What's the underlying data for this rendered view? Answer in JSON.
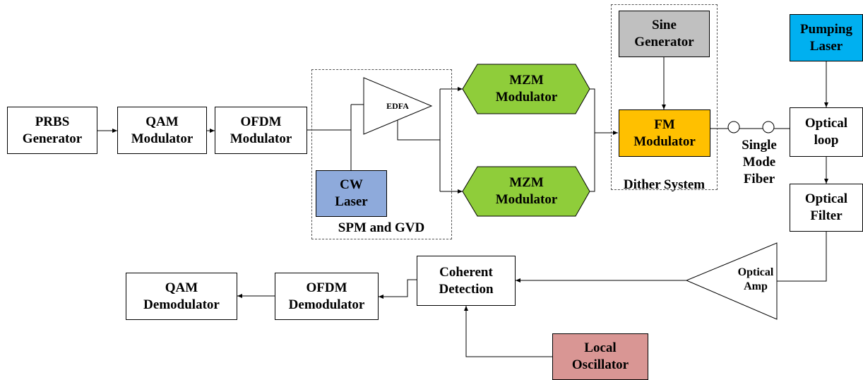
{
  "colors": {
    "cw_laser": "#8eaadb",
    "mzm": "#8fcd3a",
    "sine_generator": "#c0c0c0",
    "fm_modulator": "#ffc000",
    "pumping_laser": "#00b0f0",
    "local_oscillator": "#d99694"
  },
  "blocks": {
    "prbs": "PRBS\nGenerator",
    "qam_mod": "QAM\nModulator",
    "ofdm_mod": "OFDM\nModulator",
    "cw_laser": "CW\nLaser",
    "edfa": "EDFA",
    "mzm_top": "MZM\nModulator",
    "mzm_bottom": "MZM\nModulator",
    "sine_generator": "Sine\nGenerator",
    "fm_modulator": "FM\nModulator",
    "pumping_laser": "Pumping\nLaser",
    "optical_loop": "Optical\nloop",
    "optical_filter": "Optical\nFilter",
    "optical_amp": "Optical\nAmp",
    "coherent_detection": "Coherent\nDetection",
    "ofdm_demod": "OFDM\nDemodulator",
    "qam_demod": "QAM\nDemodulator",
    "local_oscillator": "Local\nOscillator"
  },
  "groups": {
    "spm_gvd": "SPM and GVD",
    "dither_system": "Dither System"
  },
  "labels": {
    "single_mode_fiber": "Single\nMode\nFiber"
  }
}
